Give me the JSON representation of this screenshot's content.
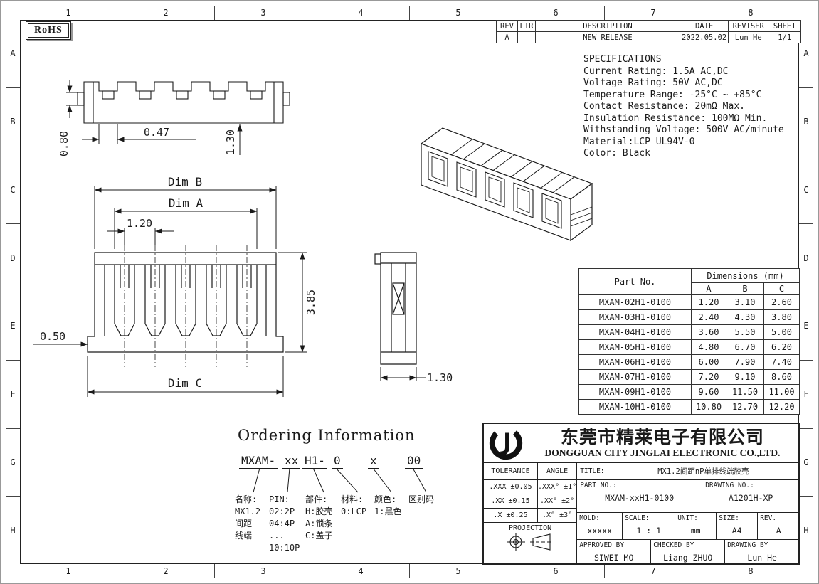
{
  "frame": {
    "cols": [
      "1",
      "2",
      "3",
      "4",
      "5",
      "6",
      "7",
      "8"
    ],
    "rows": [
      "A",
      "B",
      "C",
      "D",
      "E",
      "F",
      "G",
      "H"
    ]
  },
  "rohs": "RoHS",
  "rev_table": {
    "h_rev": "REV",
    "h_ltr": "LTR",
    "h_desc": "DESCRIPTION",
    "h_date": "DATE",
    "h_reviser": "REVISER",
    "h_sheet": "SHEET",
    "rev": "A",
    "ltr": "",
    "desc": "NEW RELEASE",
    "date": "2022.05.02",
    "reviser": "Lun He",
    "sheet": "1/1"
  },
  "specs": {
    "title": "SPECIFICATIONS",
    "lines": [
      "Current Rating: 1.5A AC,DC",
      "Voltage Rating: 50V AC,DC",
      "Temperature Range: -25°C ~ +85°C",
      "Contact Resistance: 20mΩ Max.",
      "Insulation Resistance: 100MΩ Min.",
      "Withstanding Voltage: 500V AC/minute",
      "Material:LCP UL94V-0",
      "Color: Black"
    ]
  },
  "dims": {
    "top_width": "0.47",
    "top_height": "0.80",
    "top_right": "1.30",
    "front_b": "Dim B",
    "front_a": "Dim A",
    "front_pitch": "1.20",
    "front_height": "3.85",
    "front_left": "0.50",
    "front_c": "Dim C",
    "side_width": "1.30"
  },
  "part_table": {
    "col_part": "Part No.",
    "col_dims": "Dimensions (mm)",
    "col_a": "A",
    "col_b": "B",
    "col_c": "C",
    "rows": [
      {
        "part": "MXAM-02H1-0100",
        "a": "1.20",
        "b": "3.10",
        "c": "2.60"
      },
      {
        "part": "MXAM-03H1-0100",
        "a": "2.40",
        "b": "4.30",
        "c": "3.80"
      },
      {
        "part": "MXAM-04H1-0100",
        "a": "3.60",
        "b": "5.50",
        "c": "5.00"
      },
      {
        "part": "MXAM-05H1-0100",
        "a": "4.80",
        "b": "6.70",
        "c": "6.20"
      },
      {
        "part": "MXAM-06H1-0100",
        "a": "6.00",
        "b": "7.90",
        "c": "7.40"
      },
      {
        "part": "MXAM-07H1-0100",
        "a": "7.20",
        "b": "9.10",
        "c": "8.60"
      },
      {
        "part": "MXAM-09H1-0100",
        "a": "9.60",
        "b": "11.50",
        "c": "11.00"
      },
      {
        "part": "MXAM-10H1-0100",
        "a": "10.80",
        "b": "12.70",
        "c": "12.20"
      }
    ]
  },
  "ordering": {
    "title": "Ordering Information",
    "code": [
      "MXAM-",
      "xx",
      "H1-",
      "0",
      "x",
      "00"
    ],
    "legend": [
      [
        "名称:",
        "MX1.2",
        "间距",
        "线端"
      ],
      [
        "PIN:",
        "02:2P",
        "04:4P",
        "...",
        "10:10P"
      ],
      [
        "部件:",
        "H:胶壳",
        "A:锁条",
        "C:盖子"
      ],
      [
        "材料:",
        "0:LCP"
      ],
      [
        "颜色:",
        "1:黑色"
      ],
      [
        "区别码"
      ]
    ]
  },
  "title_block": {
    "company_cn": "东莞市精莱电子有限公司",
    "company_en": "DONGGUAN CITY JINGLAI ELECTRONIC CO.,LTD.",
    "tolerance": "TOLERANCE",
    "angle": "ANGLE",
    "tol1": ".XXX ±0.05",
    "ang1": ".XXX° ±1°",
    "tol2": ".XX  ±0.15",
    "ang2": ".XX°  ±2°",
    "tol3": ".X   ±0.25",
    "ang3": ".X°   ±3°",
    "projection": "PROJECTION",
    "title_label": "TITLE:",
    "title_value": "MX1.2间距nP单排线端胶壳",
    "part_no_label": "PART NO.:",
    "part_no": "MXAM-xxH1-0100",
    "drawing_no_label": "DRAWING NO.:",
    "drawing_no": "A1201H-XP",
    "mold_label": "MOLD:",
    "mold": "xxxxx",
    "scale_label": "SCALE:",
    "scale": "1 : 1",
    "unit_label": "UNIT:",
    "unit": "mm",
    "size_label": "SIZE:",
    "size": "A4",
    "rev_label": "REV.",
    "rev": "A",
    "approved_label": "APPROVED BY",
    "approved": "SIWEI MO",
    "checked_label": "CHECKED BY",
    "checked": "Liang ZHUO",
    "drawn_label": "DRAWING BY",
    "drawn": "Lun He"
  }
}
